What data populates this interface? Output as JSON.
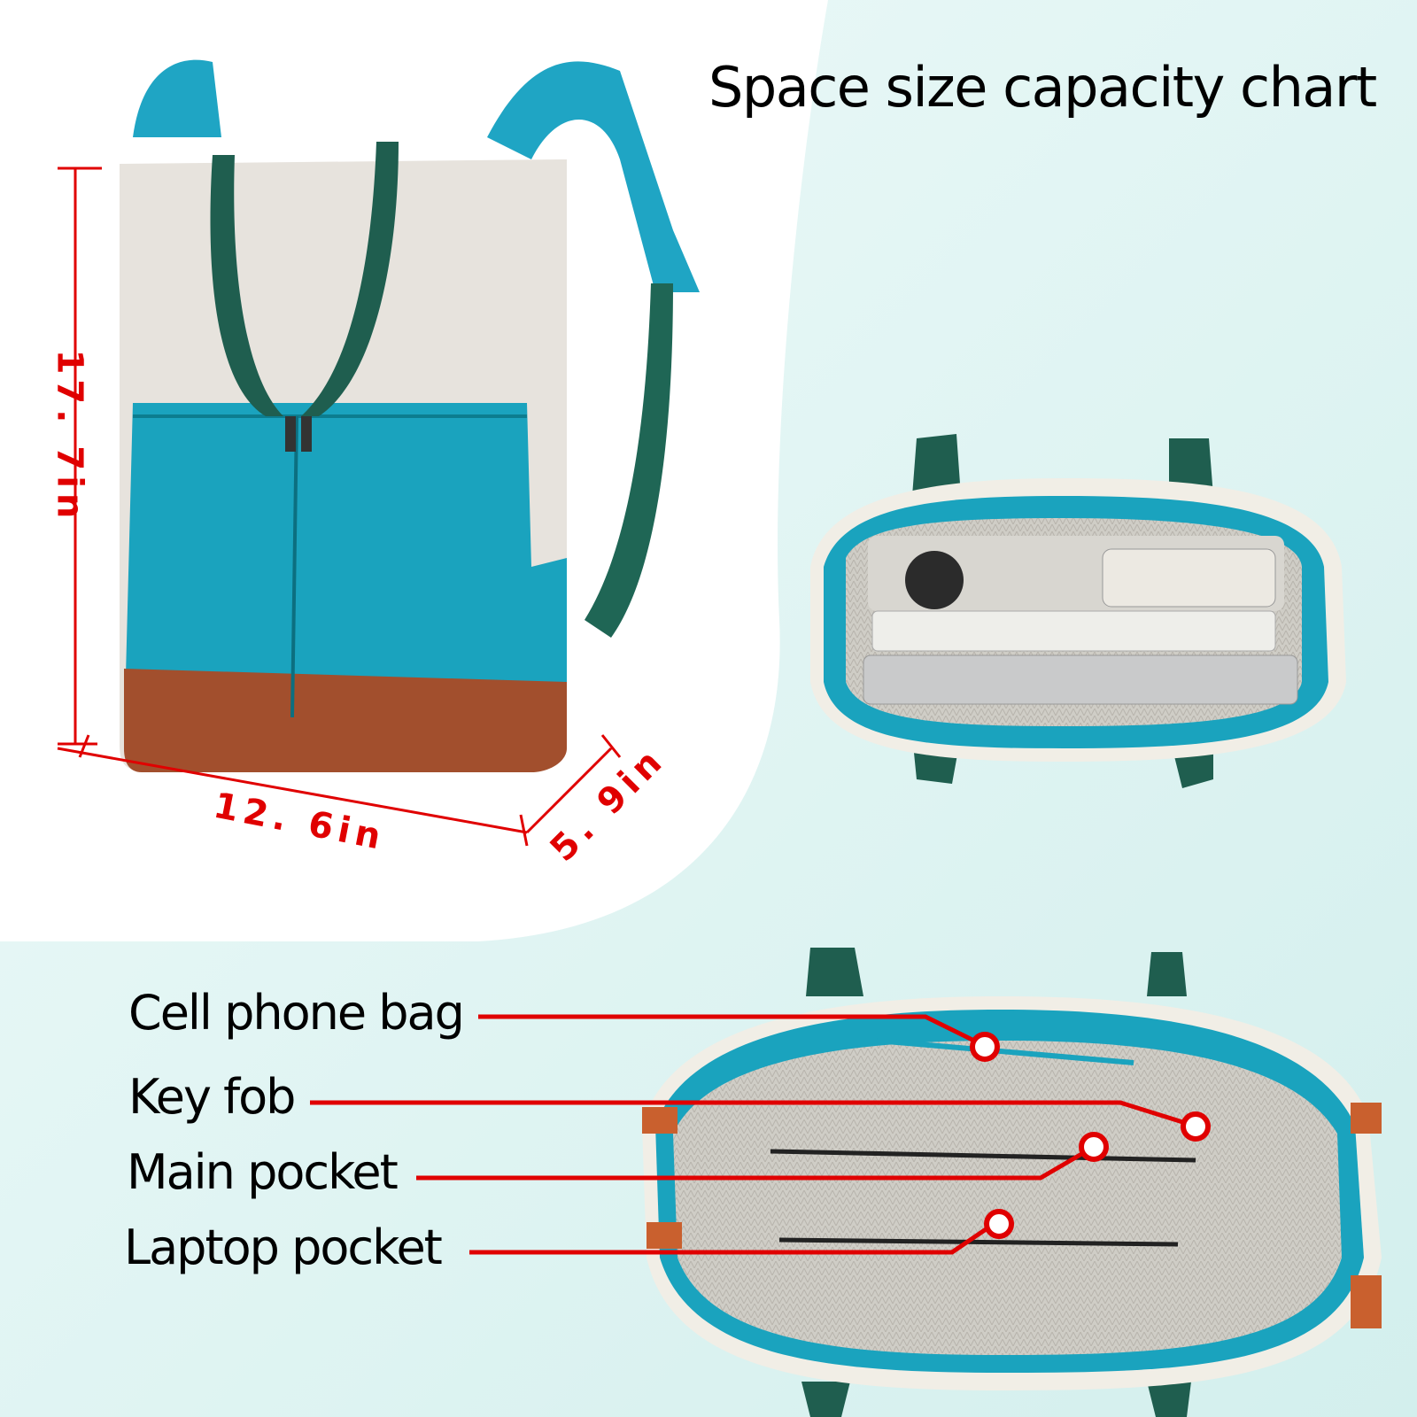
{
  "title": "Space size capacity chart",
  "dimensions": {
    "height": "17. 7in",
    "width": "12. 6in",
    "depth": "5. 9in"
  },
  "labels": [
    {
      "text": "Cell phone bag"
    },
    {
      "text": "Key fob"
    },
    {
      "text": "Main pocket"
    },
    {
      "text": "Laptop pocket"
    }
  ],
  "colors": {
    "background": "#d6f1ef",
    "teal": "#1aa6bf",
    "cream": "#e9e5df",
    "leather": "#a4502c",
    "strap": "#1f5e4f",
    "callout": "#e00000"
  }
}
